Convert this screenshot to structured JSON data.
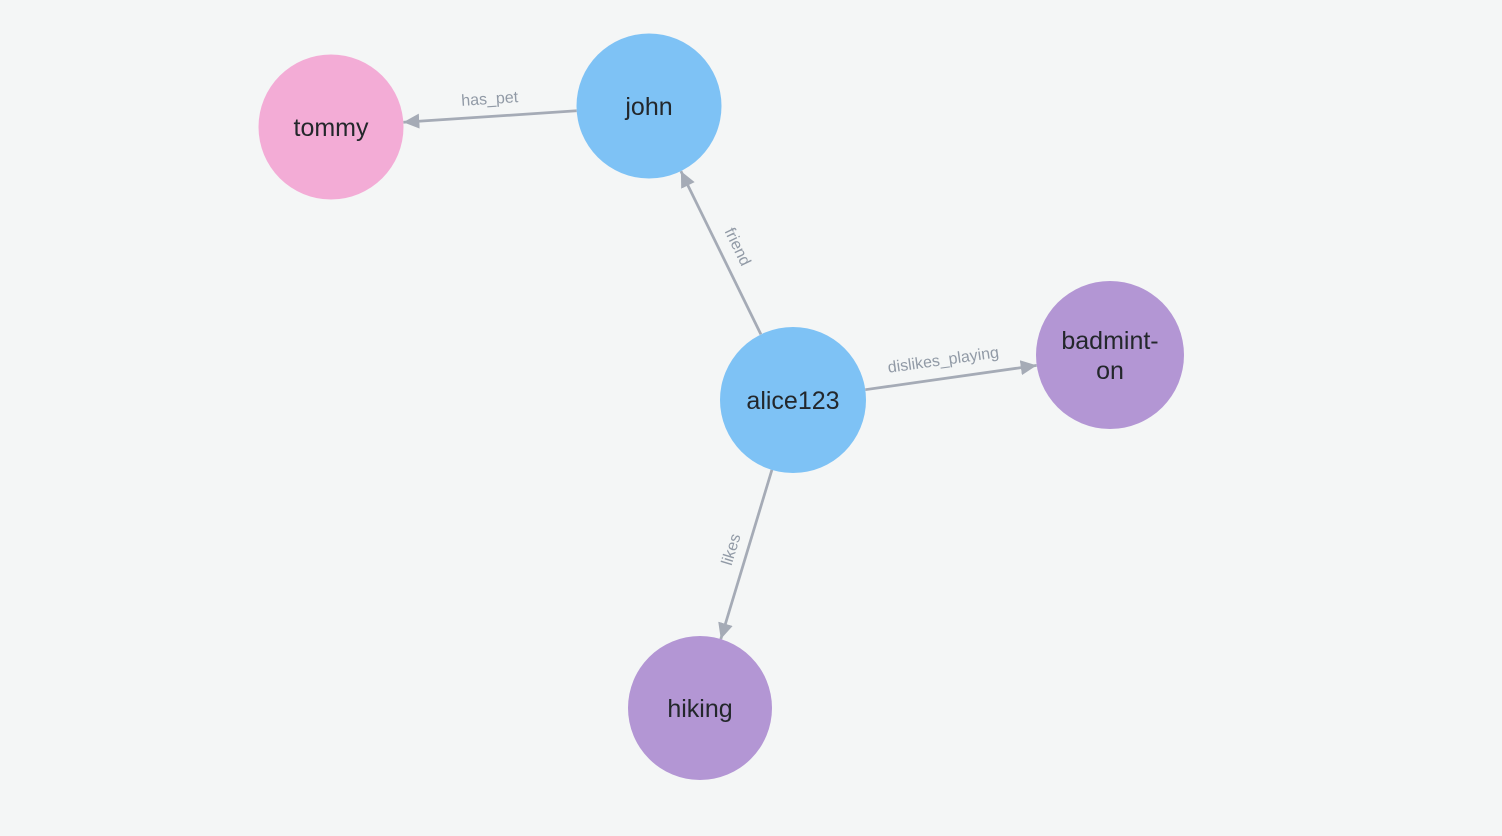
{
  "canvas": {
    "background": "#F4F6F6"
  },
  "colors": {
    "person_node": "#7EC2F5",
    "pet_node": "#F3ACD6",
    "activity_node": "#B396D4",
    "edge": "#A5ABB6",
    "edge_label": "#919AA6",
    "node_label": "#23272B"
  },
  "graph": {
    "nodes": [
      {
        "id": "tommy",
        "label": "tommy",
        "kind": "pet"
      },
      {
        "id": "john",
        "label": "john",
        "kind": "person"
      },
      {
        "id": "alice123",
        "label": "alice123",
        "kind": "person"
      },
      {
        "id": "badminton",
        "label": "badminton",
        "label_lines": [
          "badmint-",
          "on"
        ],
        "kind": "activity"
      },
      {
        "id": "hiking",
        "label": "hiking",
        "kind": "activity"
      }
    ],
    "edges": [
      {
        "label": "has_pet",
        "from": "john",
        "to": "tommy"
      },
      {
        "label": "friend",
        "from": "alice123",
        "to": "john"
      },
      {
        "label": "dislikes_playing",
        "from": "alice123",
        "to": "badminton"
      },
      {
        "label": "likes",
        "from": "alice123",
        "to": "hiking"
      }
    ]
  }
}
